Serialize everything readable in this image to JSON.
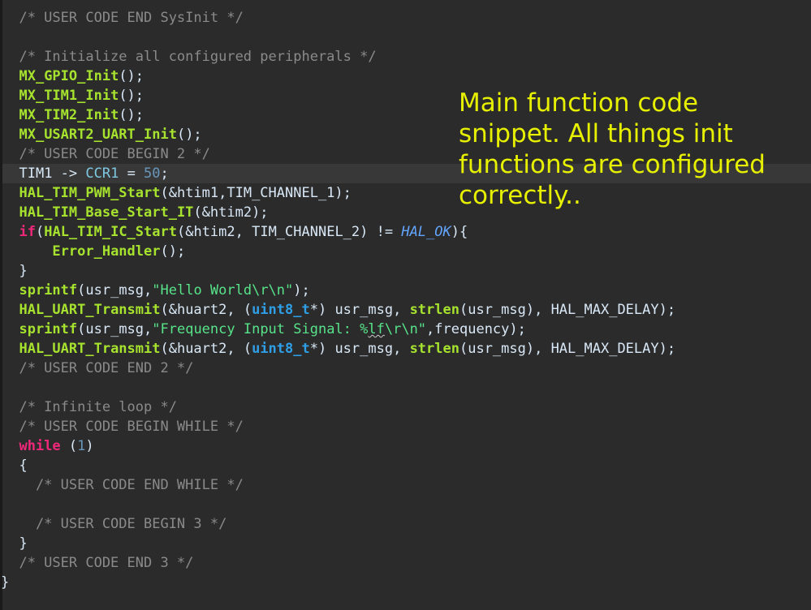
{
  "annotation": {
    "text": "Main function code snippet. All things init functions are configured correctly.."
  },
  "code": {
    "l01": "  /* USER CODE END SysInit */",
    "l03": "  /* Initialize all configured peripherals */",
    "l04_fn": "MX_GPIO_Init",
    "l05_fn": "MX_TIM1_Init",
    "l06_fn": "MX_TIM2_Init",
    "l07_fn": "MX_USART2_UART_Init",
    "l08": "  /* USER CODE BEGIN 2 */",
    "l09_a": "TIM1 -> ",
    "l09_reg": "CCR1",
    "l09_b": " = ",
    "l09_num": "50",
    "l10_fn": "HAL_TIM_PWM_Start",
    "l10_args": "(&htim1,TIM_CHANNEL_1);",
    "l11_fn": "HAL_TIM_Base_Start_IT",
    "l11_args": "(&htim2);",
    "l12_kw": "if",
    "l12_fn": "HAL_TIM_IC_Start",
    "l12_args": "(&htim2, TIM_CHANNEL_2) != ",
    "l12_const": "HAL_OK",
    "l12_end": "){",
    "l13_fn": "Error_Handler",
    "l15_fn": "sprintf",
    "l15_a": "(usr_msg,",
    "l15_str": "\"Hello World\\r\\n\"",
    "l15_end": ");",
    "l16_fn": "HAL_UART_Transmit",
    "l16_a": "(&huart2, (",
    "l16_ty": "uint8_t",
    "l16_b": "*) usr_msg, ",
    "l16_fn2": "strlen",
    "l16_c": "(usr_msg), HAL_MAX_DELAY);",
    "l17_fn": "sprintf",
    "l17_a": "(usr_msg,",
    "l17_str1": "\"Frequency Input Signal: %",
    "l17_fmt": "lf",
    "l17_str2": "\\r\\n\"",
    "l17_end": ",frequency);",
    "l18_fn": "HAL_UART_Transmit",
    "l18_a": "(&huart2, (",
    "l18_ty": "uint8_t",
    "l18_b": "*) usr_msg, ",
    "l18_fn2": "strlen",
    "l18_c": "(usr_msg), HAL_MAX_DELAY);",
    "l19": "  /* USER CODE END 2 */",
    "l21": "  /* Infinite loop */",
    "l22": "  /* USER CODE BEGIN WHILE */",
    "l23_kw": "while",
    "l23_num": "1",
    "l25": "    /* USER CODE END WHILE */",
    "l27": "    /* USER CODE BEGIN 3 */",
    "l29": "  /* USER CODE END 3 */"
  }
}
